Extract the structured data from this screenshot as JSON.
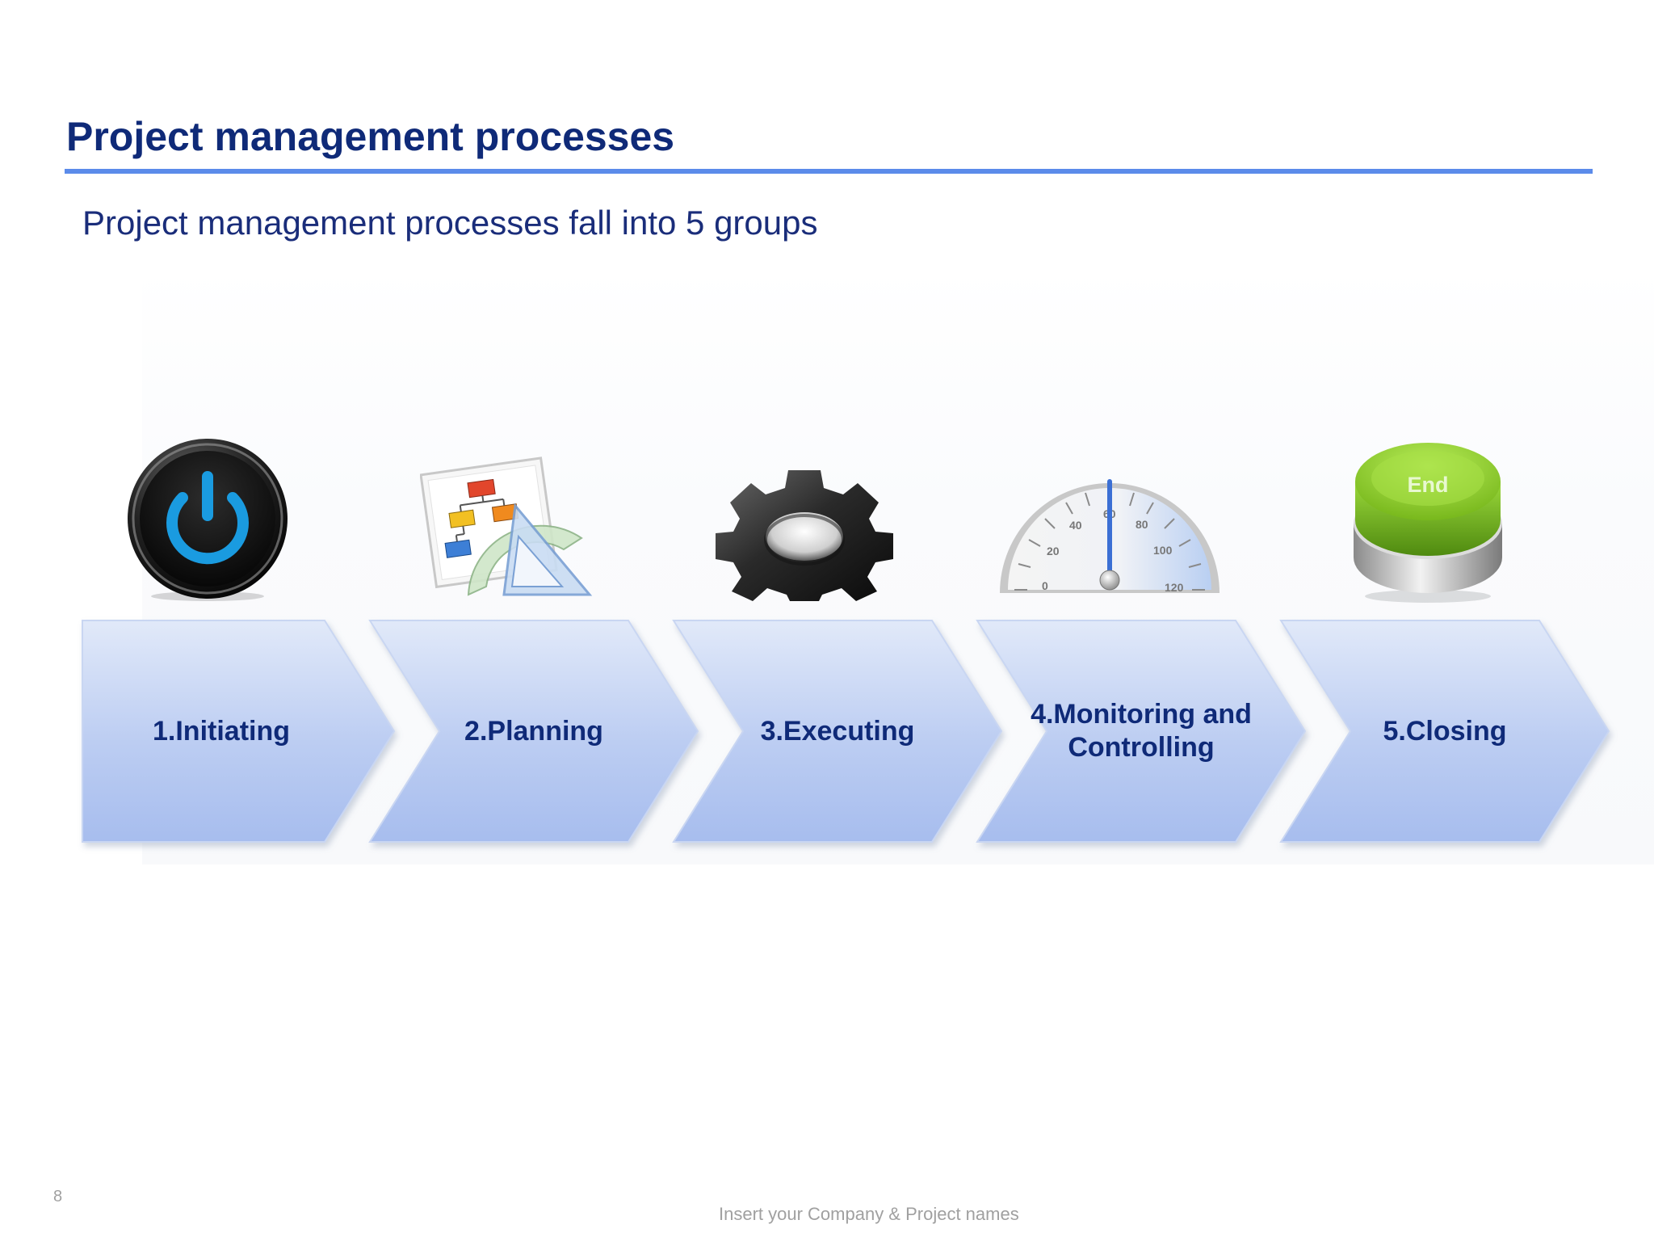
{
  "slide": {
    "title": "Project management processes",
    "subtitle": "Project management processes fall into 5 groups",
    "page_number": "8",
    "footer": "Insert your Company & Project names"
  },
  "stages": [
    {
      "label": "1.Initiating",
      "icon": "power-button-icon"
    },
    {
      "label": "2.Planning",
      "icon": "flowchart-ruler-icon"
    },
    {
      "label": "3.Executing",
      "icon": "gear-icon"
    },
    {
      "label": "4.Monitoring and Controlling",
      "icon": "speedometer-gauge-icon"
    },
    {
      "label": "5.Closing",
      "icon": "end-button-icon"
    }
  ],
  "gauge": {
    "ticks": [
      "0",
      "20",
      "40",
      "60",
      "80",
      "100",
      "120"
    ],
    "needle_value": 60
  },
  "end_button": {
    "text": "End"
  },
  "colors": {
    "title": "#0f2a78",
    "rule": "#5b8bea",
    "chevron_top": "#dfe8f8",
    "chevron_bottom": "#a9c0ee",
    "power_ring": "#1a9be0",
    "end_green": "#8ccc28"
  }
}
